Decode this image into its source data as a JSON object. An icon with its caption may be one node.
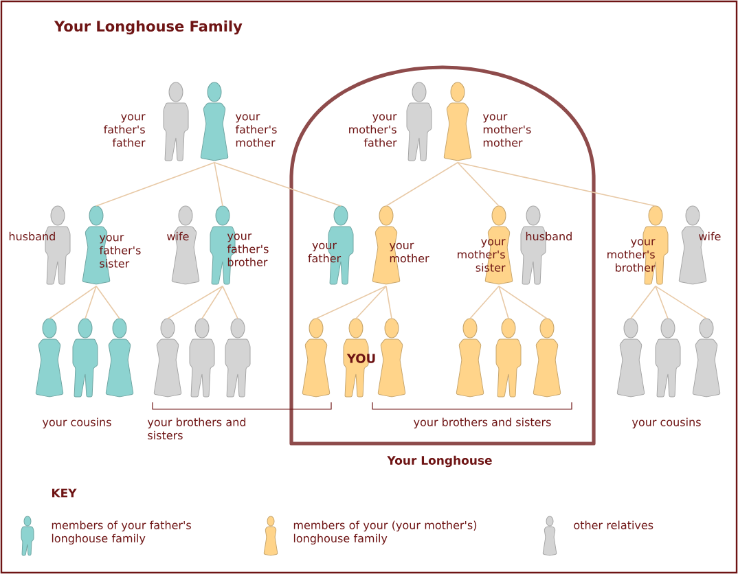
{
  "diagram": {
    "title": "Your Longhouse Family",
    "nodes": [
      {
        "text": [
          "Your Longhouse"
        ]
      },
      {
        "text": [
          "your father's father"
        ]
      },
      {
        "text": [
          "your father's mother"
        ]
      },
      {
        "text": [
          "your mother's father"
        ],
        "in": 0
      },
      {
        "text": [
          "your mother's mother"
        ],
        "in": 0
      },
      {
        "text": [
          "husband"
        ]
      },
      {
        "text": [
          "your father's sister"
        ]
      },
      {
        "text": [
          "wife"
        ]
      },
      {
        "text": [
          "your father's brother"
        ]
      },
      {
        "text": [
          "your father"
        ],
        "in": 0
      },
      {
        "text": [
          "your mother"
        ],
        "in": 0
      },
      {
        "text": [
          "your mother's sister"
        ],
        "in": 0
      },
      {
        "text": [
          "husband"
        ],
        "in": 0
      },
      {
        "text": [
          "your mother's brother"
        ]
      },
      {
        "text": [
          "wife"
        ]
      },
      {
        "text": [],
        "shape": "person"
      },
      {
        "text": [],
        "shape": "person"
      },
      {
        "text": [],
        "shape": "person"
      },
      {
        "text": [],
        "shape": "person"
      },
      {
        "text": [],
        "shape": "person"
      },
      {
        "text": [],
        "shape": "person"
      },
      {
        "text": [],
        "shape": "person",
        "in": 0
      },
      {
        "text": [
          "YOU"
        ],
        "in": 0
      },
      {
        "text": [],
        "shape": "person",
        "in": 0
      },
      {
        "text": [],
        "shape": "person",
        "in": 0
      },
      {
        "text": [],
        "shape": "person",
        "in": 0
      },
      {
        "text": [],
        "shape": "person",
        "in": 0
      },
      {
        "text": [],
        "shape": "person"
      },
      {
        "text": [],
        "shape": "person"
      },
      {
        "text": [],
        "shape": "person"
      }
    ],
    "edges": [
      {
        "from": 2,
        "to": 6,
        "arrow": "none"
      },
      {
        "from": 2,
        "to": 8,
        "arrow": "none"
      },
      {
        "from": 2,
        "to": 9,
        "arrow": "none"
      },
      {
        "from": 4,
        "to": 10,
        "arrow": "none"
      },
      {
        "from": 4,
        "to": 11,
        "arrow": "none"
      },
      {
        "from": 4,
        "to": 13,
        "arrow": "none"
      },
      {
        "from": 6,
        "to": 15,
        "arrow": "none"
      },
      {
        "from": 6,
        "to": 16,
        "arrow": "none"
      },
      {
        "from": 6,
        "to": 17,
        "arrow": "none"
      },
      {
        "from": 8,
        "to": 18,
        "arrow": "none"
      },
      {
        "from": 8,
        "to": 19,
        "arrow": "none"
      },
      {
        "from": 8,
        "to": 20,
        "arrow": "none"
      },
      {
        "from": 10,
        "to": 21,
        "arrow": "none"
      },
      {
        "from": 10,
        "to": 22,
        "arrow": "none"
      },
      {
        "from": 10,
        "to": 23,
        "arrow": "none"
      },
      {
        "from": 11,
        "to": 24,
        "arrow": "none"
      },
      {
        "from": 11,
        "to": 25,
        "arrow": "none"
      },
      {
        "from": 11,
        "to": 26,
        "arrow": "none"
      },
      {
        "from": 13,
        "to": 27,
        "arrow": "none"
      },
      {
        "from": 13,
        "to": 28,
        "arrow": "none"
      },
      {
        "from": 13,
        "to": 29,
        "arrow": "none"
      }
    ],
    "labels": [
      "your cousins",
      "your brothers and sisters",
      "your brothers and sisters",
      "your cousins",
      "KEY"
    ],
    "legend": [
      {
        "text": "members of your father's longhouse family",
        "color": "#8dd3d0"
      },
      {
        "text": "members of your (your mother's) longhouse family",
        "color": "#ffd48a"
      },
      {
        "text": "other relatives",
        "color": "#d4d4d4"
      }
    ]
  }
}
